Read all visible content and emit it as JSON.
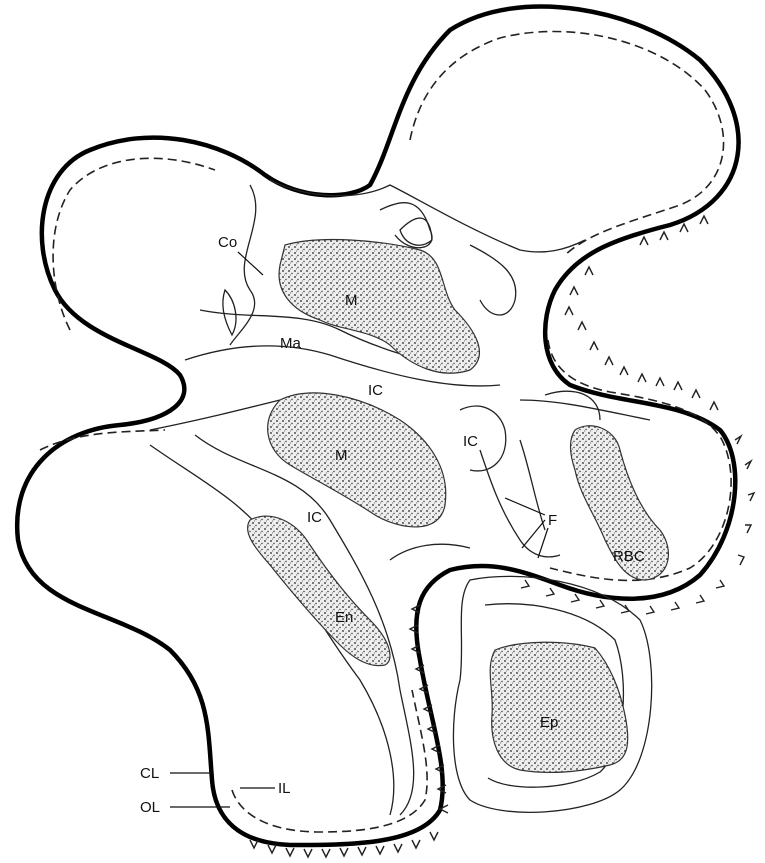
{
  "labels": {
    "co": "Co",
    "m_upper": "M",
    "ma": "Ma",
    "ic_upper": "IC",
    "m_lower": "M",
    "ic_mid": "IC",
    "ic_lower": "IC",
    "f": "F",
    "rbc": "RBC",
    "en": "En",
    "ep": "Ep",
    "cl": "CL",
    "il": "IL",
    "ol": "OL"
  }
}
